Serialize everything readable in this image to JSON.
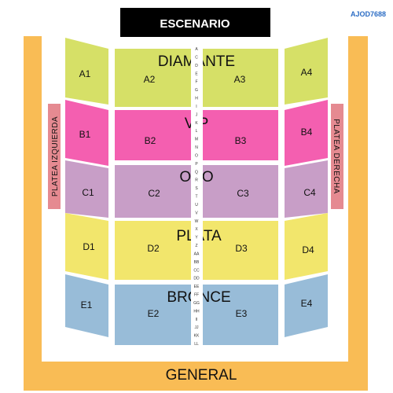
{
  "stage": {
    "label": "ESCENARIO"
  },
  "venue_code": {
    "text": "AJOD7688",
    "color": "#2b6cc4"
  },
  "general": {
    "label": "GENERAL",
    "color": "#f9bc55"
  },
  "platea_izquierda": {
    "label": "PLATEA IZQUIERDA",
    "color": "#e58a91"
  },
  "platea_derecha": {
    "label": "PLATEA DERECHA",
    "color": "#e58a91"
  },
  "tiers": [
    {
      "name": "DIAMANTE",
      "color": "#d6e067",
      "left": "A1",
      "center_left": "A2",
      "center_right": "A3",
      "right": "A4"
    },
    {
      "name": "VIP",
      "color": "#f45fb0",
      "left": "B1",
      "center_left": "B2",
      "center_right": "B3",
      "right": "B4"
    },
    {
      "name": "ORO",
      "color": "#c89ec7",
      "left": "C1",
      "center_left": "C2",
      "center_right": "C3",
      "right": "C4"
    },
    {
      "name": "PLATA",
      "color": "#f2e66c",
      "left": "D1",
      "center_left": "D2",
      "center_right": "D3",
      "right": "D4"
    },
    {
      "name": "BRONCE",
      "color": "#98bcd8",
      "left": "E1",
      "center_left": "E2",
      "center_right": "E3",
      "right": "E4"
    }
  ],
  "rows": [
    "A",
    "C",
    "D",
    "E",
    "F",
    "G",
    "H",
    "I",
    "J",
    "K",
    "L",
    "M",
    "N",
    "O",
    "P",
    "Q",
    "R",
    "S",
    "T",
    "U",
    "V",
    "W",
    "X",
    "Y",
    "Z",
    "AA",
    "BB",
    "CC",
    "DD",
    "EE",
    "FF",
    "GG",
    "HH",
    "II",
    "JJ",
    "KK",
    "LL"
  ]
}
